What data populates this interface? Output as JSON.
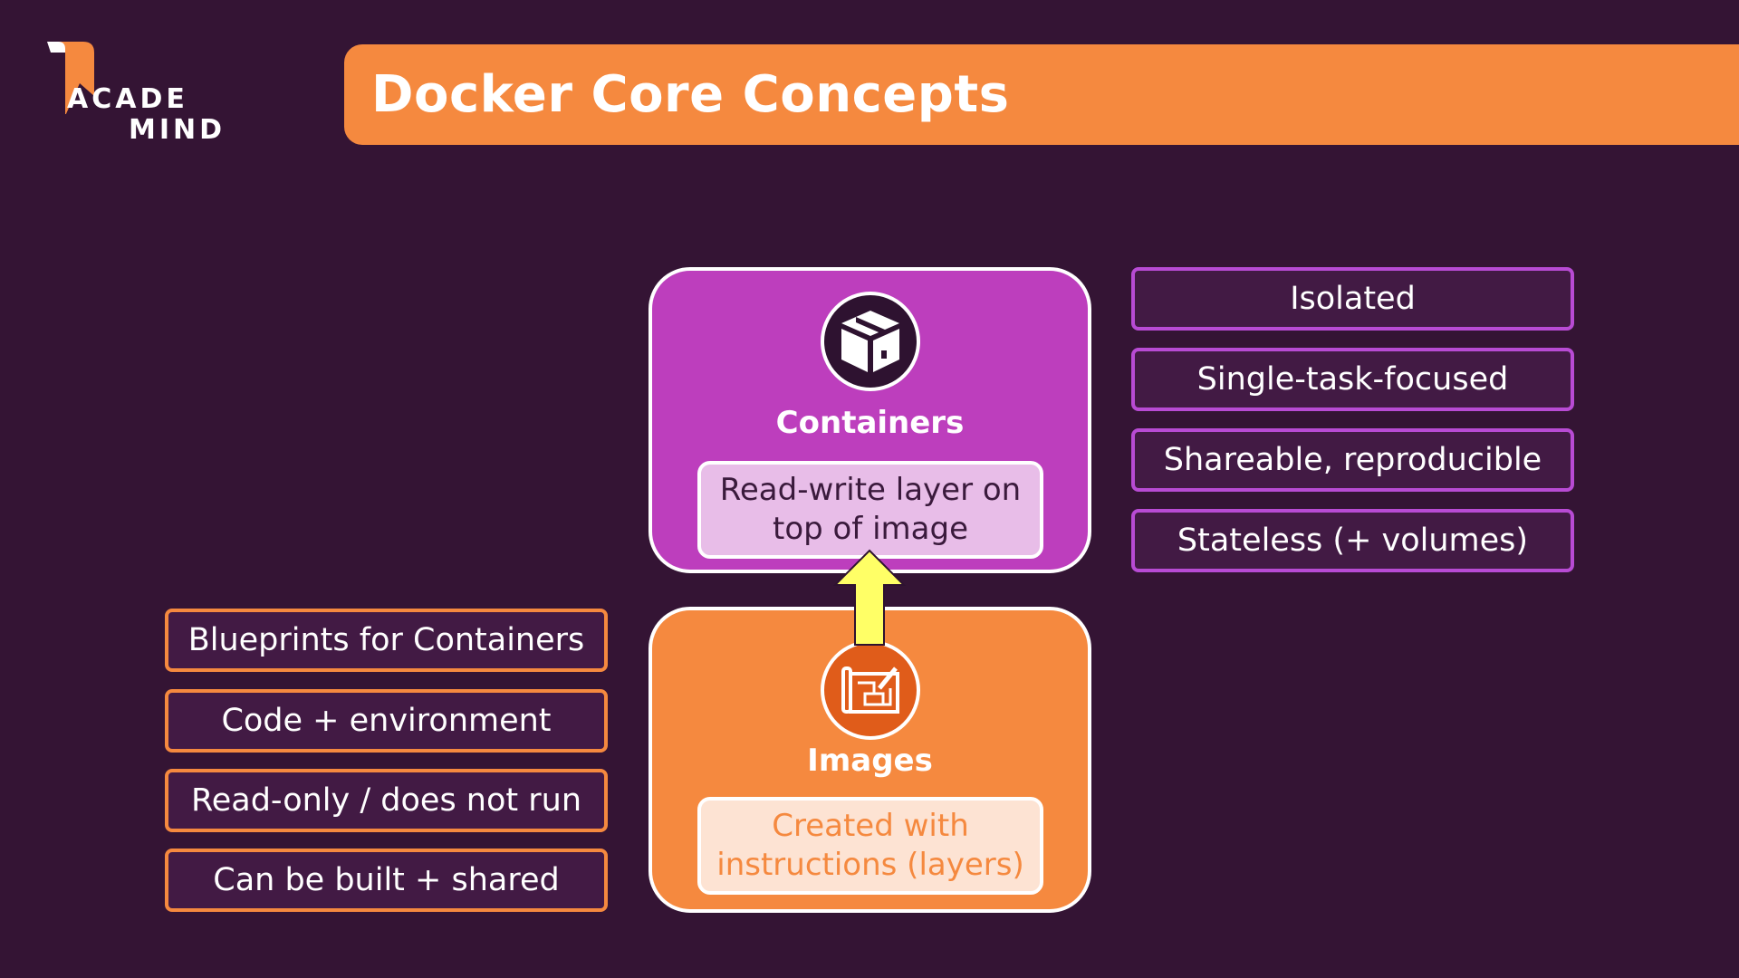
{
  "logo": {
    "line1": "ACADE",
    "line2": "MIND"
  },
  "title": "Docker Core Concepts",
  "containers": {
    "icon": "box-icon",
    "label": "Containers",
    "note": "Read-write layer on top of image",
    "properties": [
      "Isolated",
      "Single-task-focused",
      "Shareable, reproducible",
      "Stateless (+ volumes)"
    ]
  },
  "images": {
    "icon": "blueprint-icon",
    "label": "Images",
    "note": "Created with instructions (layers)",
    "properties": [
      "Blueprints for Containers",
      "Code + environment",
      "Read-only / does not run",
      "Can be built + shared"
    ]
  },
  "colors": {
    "background": "#341434",
    "orange": "#f5893f",
    "purple": "#bd3ebd",
    "pill_bg": "#421a44",
    "arrow": "#ffff66"
  }
}
